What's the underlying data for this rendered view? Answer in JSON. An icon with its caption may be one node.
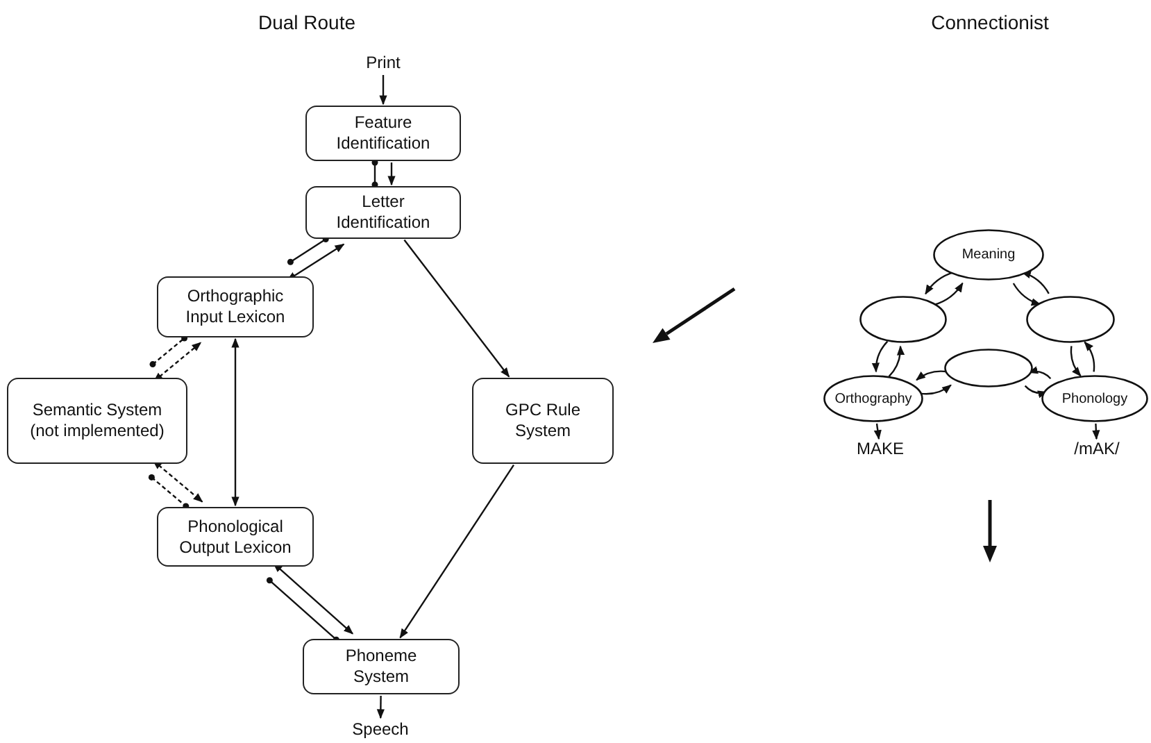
{
  "diagram": {
    "nodes": [
      {
        "text": [
          "Print"
        ]
      },
      {
        "text": [
          "Feature Identification"
        ]
      },
      {
        "text": [
          "Letter Identification"
        ]
      },
      {
        "text": [
          "Orthographic Input Lexicon"
        ]
      },
      {
        "text": [
          "Semantic System (not implemented)"
        ]
      },
      {
        "text": [
          "GPC Rule System"
        ]
      },
      {
        "text": [
          "Phonological Output Lexicon"
        ]
      },
      {
        "text": [
          "Phoneme System"
        ]
      },
      {
        "text": [
          "Speech"
        ]
      },
      {
        "text": [
          "Meaning"
        ]
      },
      {
        "text": [],
        "shape": "ellipse"
      },
      {
        "text": [],
        "shape": "ellipse"
      },
      {
        "text": [],
        "shape": "ellipse"
      },
      {
        "text": [
          "Orthography"
        ]
      },
      {
        "text": [
          "Phonology"
        ]
      },
      {
        "text": [
          "MAKE"
        ]
      },
      {
        "text": [
          "/mAK/"
        ]
      }
    ],
    "edges": [
      {
        "from": 0,
        "to": 1,
        "arrow": "to"
      },
      {
        "from": 1,
        "to": 2,
        "arrow": "other"
      },
      {
        "from": 1,
        "to": 2,
        "arrow": "to"
      },
      {
        "from": 3,
        "to": 2,
        "arrow": "other"
      },
      {
        "from": 3,
        "to": 2,
        "arrow": "both"
      },
      {
        "from": 4,
        "to": 3,
        "arrow": "other",
        "style": "dashed"
      },
      {
        "from": 4,
        "to": 3,
        "arrow": "both",
        "style": "dashed"
      },
      {
        "from": 3,
        "to": 6,
        "arrow": "both"
      },
      {
        "from": 4,
        "to": 6,
        "arrow": "other",
        "style": "dashed"
      },
      {
        "from": 4,
        "to": 6,
        "arrow": "both",
        "style": "dashed"
      },
      {
        "from": 6,
        "to": 7,
        "arrow": "other"
      },
      {
        "from": 6,
        "to": 7,
        "arrow": "both"
      },
      {
        "from": 2,
        "to": 5,
        "arrow": "to"
      },
      {
        "from": 5,
        "to": 7,
        "arrow": "to"
      },
      {
        "from": 7,
        "to": 8,
        "arrow": "to"
      },
      {
        "from": 10,
        "to": 9,
        "arrow": "to"
      },
      {
        "from": 9,
        "to": 10,
        "arrow": "to"
      },
      {
        "from": 9,
        "to": 11,
        "arrow": "to"
      },
      {
        "from": 11,
        "to": 9,
        "arrow": "to"
      },
      {
        "from": 10,
        "to": 13,
        "arrow": "to"
      },
      {
        "from": 13,
        "to": 10,
        "arrow": "to"
      },
      {
        "from": 11,
        "to": 14,
        "arrow": "to"
      },
      {
        "from": 14,
        "to": 11,
        "arrow": "to"
      },
      {
        "from": 13,
        "to": 12,
        "arrow": "to"
      },
      {
        "from": 12,
        "to": 13,
        "arrow": "to"
      },
      {
        "from": 12,
        "to": 14,
        "arrow": "to"
      },
      {
        "from": 14,
        "to": 12,
        "arrow": "to"
      },
      {
        "from": 13,
        "to": 15,
        "arrow": "to"
      },
      {
        "from": 14,
        "to": 16,
        "arrow": "to"
      }
    ],
    "labels": [
      "Dual Route",
      "Connectionist"
    ]
  }
}
